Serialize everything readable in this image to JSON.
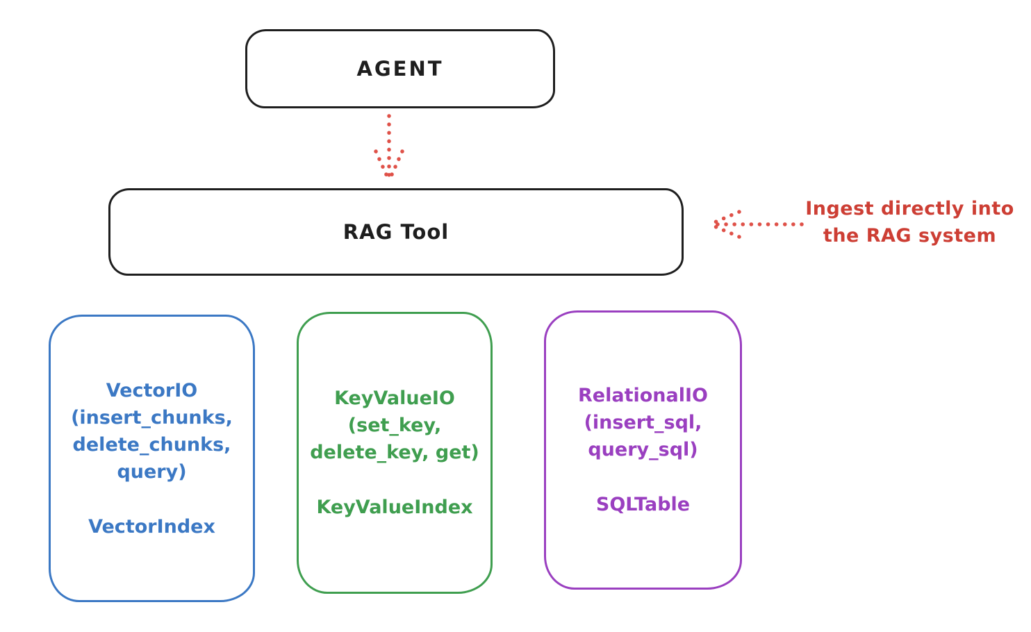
{
  "diagram": {
    "agent": {
      "label": "AGENT"
    },
    "rag_tool": {
      "label": "RAG Tool"
    },
    "annotation": {
      "line1": "Ingest directly into",
      "line2": "the RAG system"
    },
    "backends": [
      {
        "name": "vector-io",
        "color": "#3b78c4",
        "lines": [
          "VectorIO",
          "(insert_chunks,",
          "delete_chunks,",
          "query)"
        ],
        "index_label": "VectorIndex"
      },
      {
        "name": "keyvalue-io",
        "color": "#3f9e4f",
        "lines": [
          "KeyValueIO",
          "(set_key,",
          "delete_key, get)"
        ],
        "index_label": "KeyValueIndex"
      },
      {
        "name": "relational-io",
        "color": "#9a3fc0",
        "lines": [
          "RelationalIO",
          "(insert_sql,",
          "query_sql)"
        ],
        "index_label": "SQLTable"
      }
    ],
    "colors": {
      "stroke_black": "#1e1e1e",
      "arrow_red": "#df5148",
      "annotation_red": "#cd3e34",
      "vector_blue": "#3b78c4",
      "keyvalue_green": "#3f9e4f",
      "relational_purple": "#9a3fc0"
    }
  }
}
